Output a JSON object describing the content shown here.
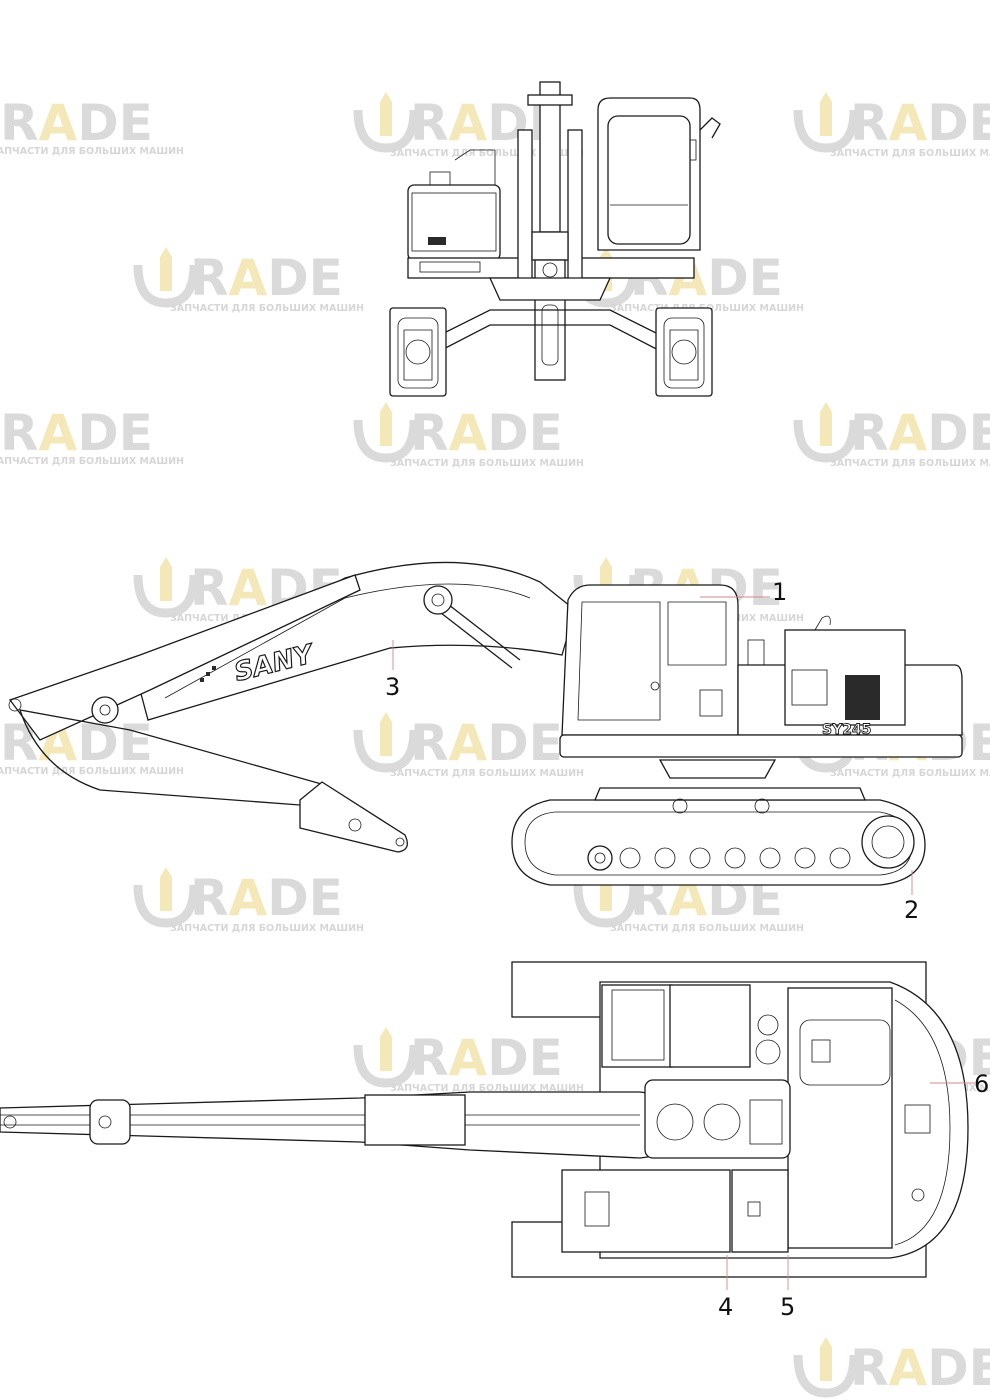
{
  "watermark": {
    "brand_prefix": "T",
    "brand_highlight": "A",
    "brand_rest_1": "R",
    "brand_rest_2": "DE",
    "tagline": "ЗАПЧАСТИ ДЛЯ БОЛЬШИХ МАШИН",
    "colors": {
      "text": "#d6d6d6",
      "accent": "#f3e6b2"
    }
  },
  "decals": {
    "boom_brand": "SANY",
    "model": "SY245"
  },
  "callouts": [
    {
      "id": "1",
      "label": "1"
    },
    {
      "id": "2",
      "label": "2"
    },
    {
      "id": "3",
      "label": "3"
    },
    {
      "id": "4",
      "label": "4"
    },
    {
      "id": "5",
      "label": "5"
    },
    {
      "id": "6",
      "label": "6"
    }
  ],
  "views": [
    "front-view",
    "side-view",
    "top-view"
  ]
}
